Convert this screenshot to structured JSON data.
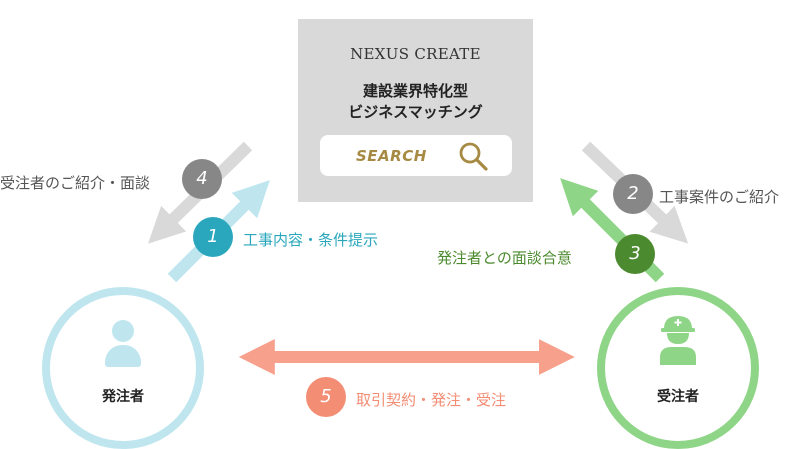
{
  "card": {
    "brand": "NEXUS CREATE",
    "tagline_line1": "建設業界特化型",
    "tagline_line2": "ビジネスマッチング",
    "search_label": "SEARCH",
    "search_icon": "magnifier-icon"
  },
  "parties": {
    "client_label": "発注者",
    "contractor_label": "受注者"
  },
  "steps": [
    {
      "number": "1",
      "text": "工事内容・条件提示"
    },
    {
      "number": "2",
      "text": "工事案件のご紹介"
    },
    {
      "number": "3",
      "text": "発注者との面談合意"
    },
    {
      "number": "4",
      "text": "受注者のご紹介・面談"
    },
    {
      "number": "5",
      "text": "取引契約・発注・受注"
    }
  ],
  "colors": {
    "gray_arrow": "#d9d9d9",
    "blue_arrow": "#bfe6ef",
    "green_arrow": "#8fd587",
    "salmon_arrow": "#f7a18c",
    "badge_gray": "#878787",
    "badge_blue": "#2aa7bd",
    "badge_green": "#4b8a2e",
    "badge_salmon": "#f38d73",
    "label_gray": "#555555",
    "label_blue": "#2aa7bd",
    "label_green": "#4b8a2e",
    "label_salmon": "#f38d73"
  }
}
